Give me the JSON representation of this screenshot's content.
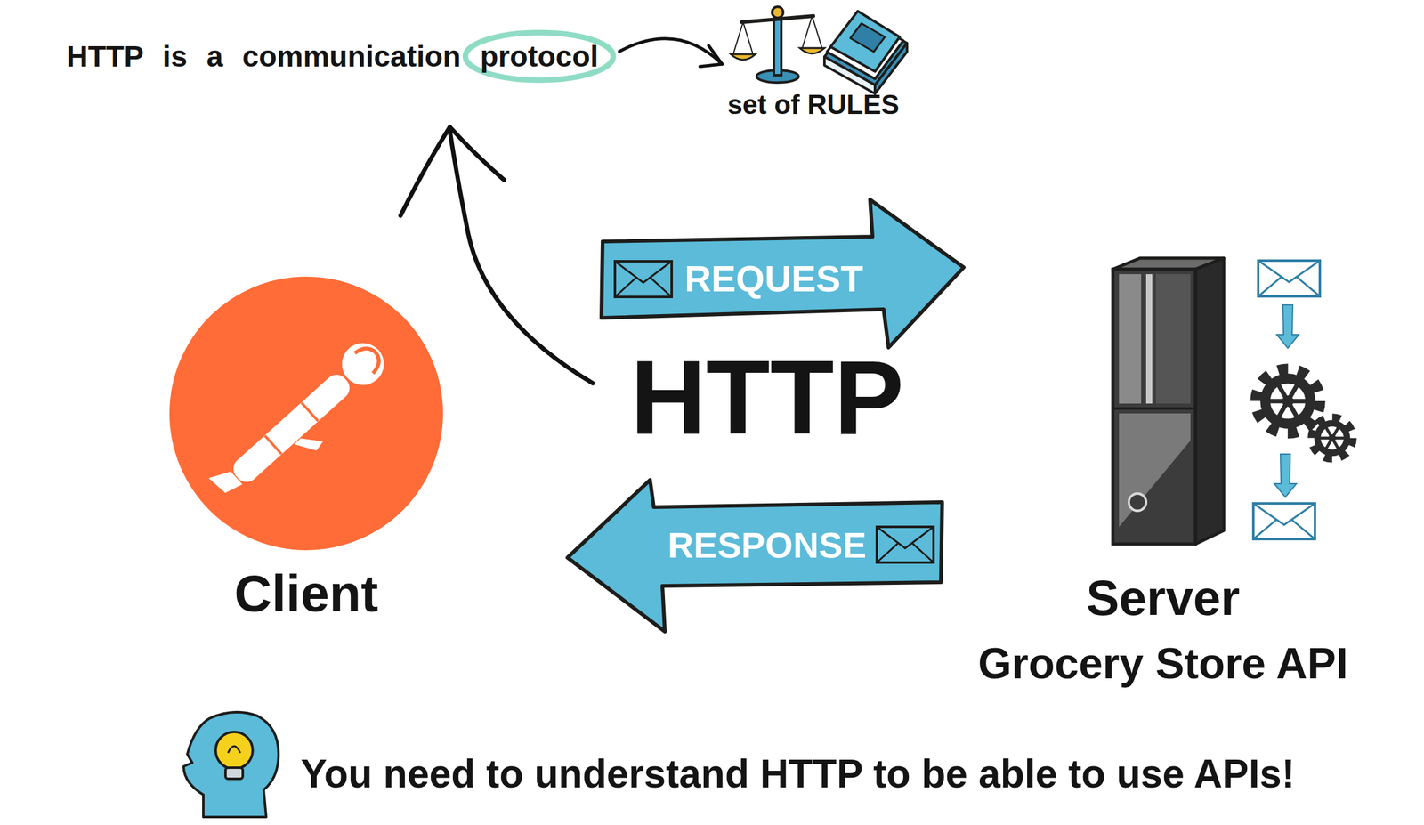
{
  "diagram": {
    "title": "HTTP is a communication protocol",
    "caption": "You need to understand HTTP to be able to use APIs!",
    "nodes": [
      {
        "text": [
          "Client"
        ]
      },
      {
        "text": [
          "REQUEST"
        ]
      },
      {
        "text": [
          "RESPONSE"
        ]
      },
      {
        "text": [
          "Server",
          "Grocery Store API"
        ]
      }
    ],
    "labels": [
      "set of RULES",
      "HTTP"
    ]
  }
}
